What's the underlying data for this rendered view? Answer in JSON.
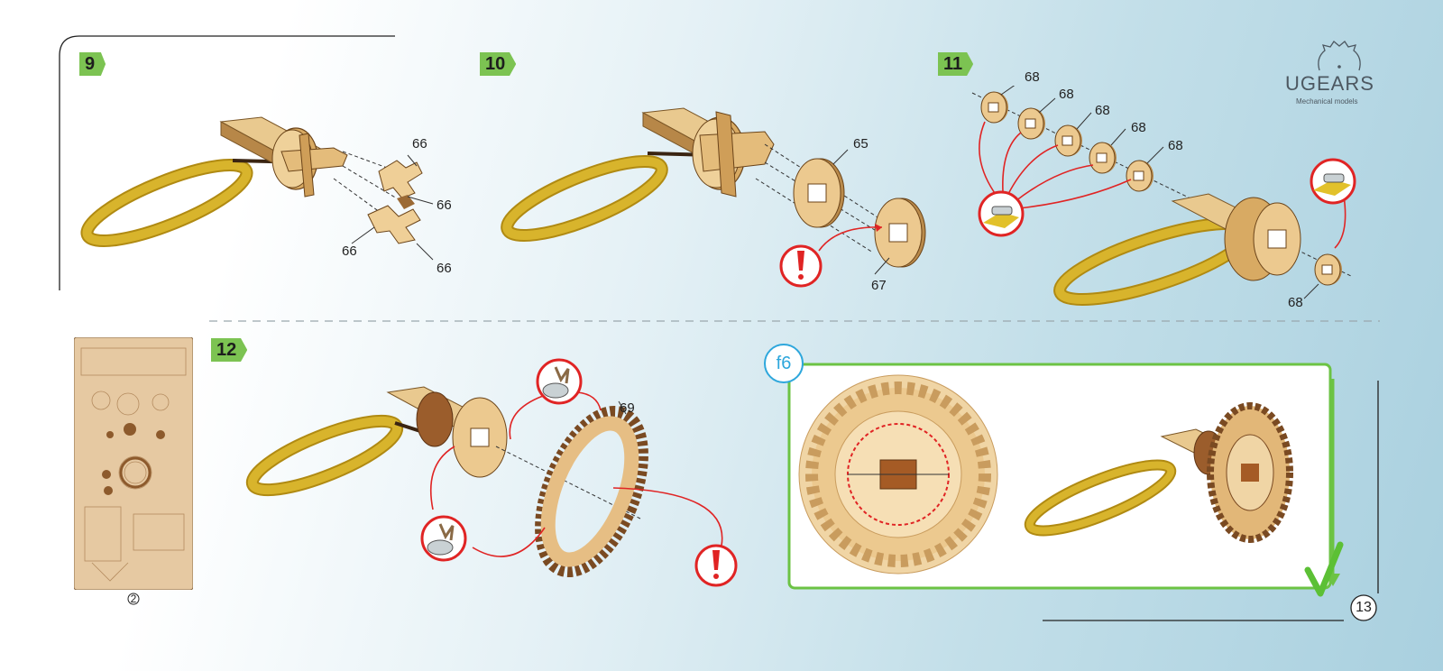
{
  "brand": {
    "name": "UGEARS",
    "tagline": "Mechanical models"
  },
  "steps": [
    {
      "number": "9"
    },
    {
      "number": "10"
    },
    {
      "number": "11"
    },
    {
      "number": "12"
    }
  ],
  "step9_parts": [
    "66",
    "66",
    "66",
    "66"
  ],
  "step10_parts": [
    "65",
    "67"
  ],
  "step11_parts": [
    "68",
    "68",
    "68",
    "68",
    "68",
    "68"
  ],
  "step12_parts": [
    "69"
  ],
  "check_section": {
    "label": "f6"
  },
  "sheet": {
    "label": "2"
  },
  "page": {
    "number": "13"
  },
  "colors": {
    "badge": "#7cc352",
    "accent_red": "#e02424",
    "check_green": "#5cc035",
    "f6_blue": "#2ea7dc",
    "wood": "#e8c690",
    "strap": "#c9a21c"
  }
}
